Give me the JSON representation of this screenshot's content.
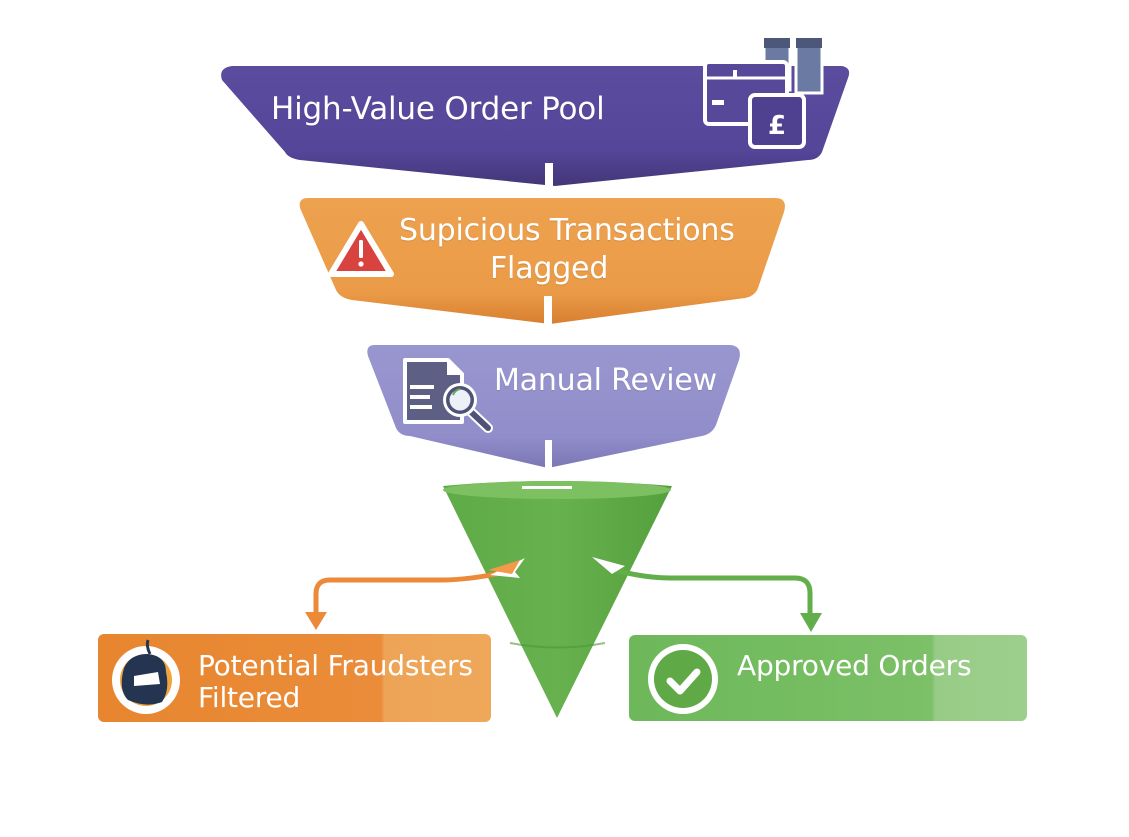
{
  "diagram": {
    "type": "funnel-flow",
    "stages": [
      {
        "id": "pool",
        "label": "High-Value Order Pool",
        "icon": "credit-card-pound-icon",
        "color": "#57489a"
      },
      {
        "id": "flagged",
        "label_lines": [
          "Supicious Transactions",
          "Flagged"
        ],
        "icon": "warning-triangle-icon",
        "color": "#eb9a48"
      },
      {
        "id": "review",
        "label": "Manual Review",
        "icon": "document-magnifier-icon",
        "color": "#9591cc"
      },
      {
        "id": "cone",
        "label": "",
        "icon": "",
        "color": "#5ea846"
      }
    ],
    "outcomes": [
      {
        "id": "fraud",
        "label_lines": [
          "Potential Fraudsters",
          "Filtered"
        ],
        "icon": "masked-fraudster-icon",
        "color": "#e88a35"
      },
      {
        "id": "approved",
        "label": "Approved Orders",
        "icon": "check-circle-icon",
        "color": "#72bb5e"
      }
    ],
    "connector_colors": {
      "fraud": "#ec8a3a",
      "approved": "#62ae4b"
    },
    "icon_colors": {
      "warning_fill": "#d9433f",
      "fraudster_fill": "#243552",
      "doc_fill": "#5d5f84",
      "pound_card_tab": "#6b7aa2"
    }
  }
}
